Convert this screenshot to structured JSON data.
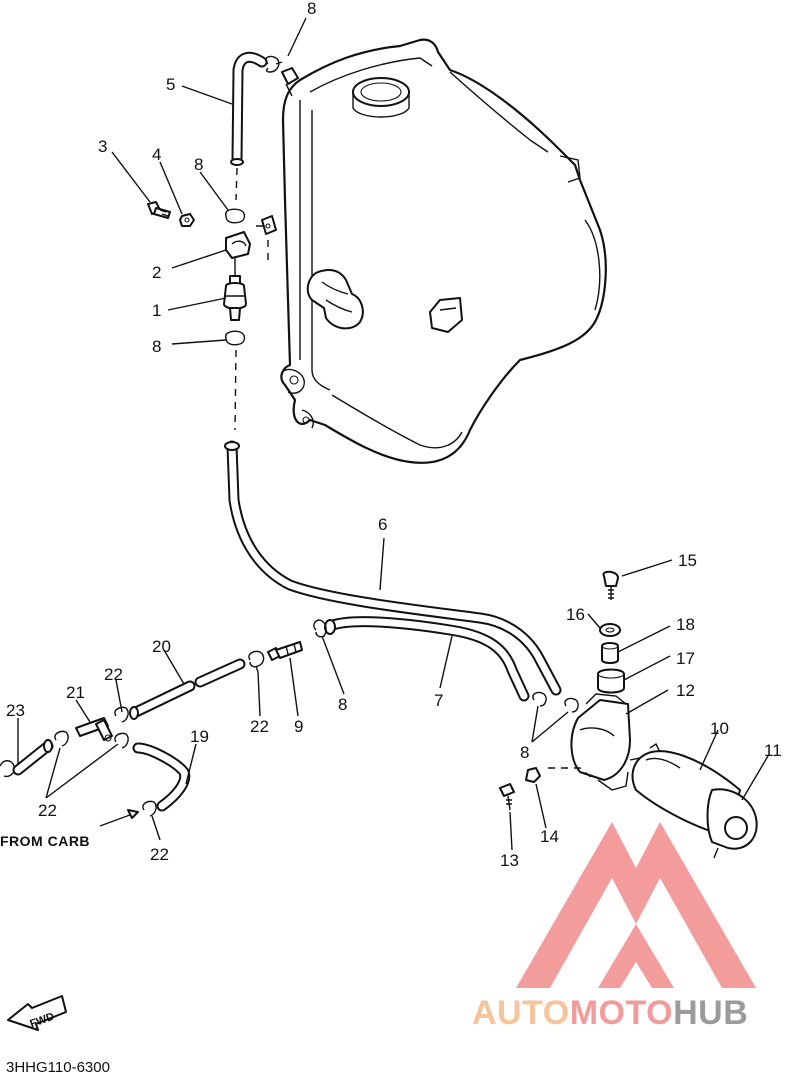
{
  "diagram": {
    "callouts": {
      "c1": "1",
      "c2": "2",
      "c3": "3",
      "c4": "4",
      "c5": "5",
      "c6": "6",
      "c7": "7",
      "c8a": "8",
      "c8b": "8",
      "c8c": "8",
      "c8d": "8",
      "c8e": "8",
      "c9": "9",
      "c10": "10",
      "c11": "11",
      "c12": "12",
      "c13": "13",
      "c14": "14",
      "c15": "15",
      "c16": "16",
      "c17": "17",
      "c18": "18",
      "c19": "19",
      "c20": "20",
      "c21": "21",
      "c22a": "22",
      "c22b": "22",
      "c22c": "22",
      "c22d": "22",
      "c23": "23"
    },
    "from_carb_label": "FROM CARB",
    "fwd_label": "FWD",
    "diagram_code": "3HHG110-6300"
  },
  "watermark": {
    "auto": "AUTO",
    "moto": "MOTO",
    "hub": "HUB",
    "color_auto": "#f5b98a",
    "color_moto": "#f08a8a",
    "color_hub": "#8a8a8a",
    "logo_color": "#f28b8b"
  }
}
